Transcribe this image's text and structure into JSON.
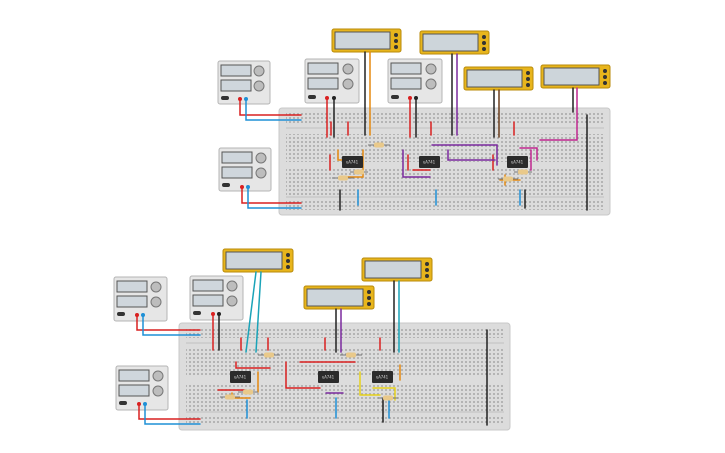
{
  "scene": {
    "description_visible_text": "none",
    "background_color": "#ffffff",
    "breadboard_color": "#dcdcdc",
    "multimeter_color": "#e8b51c",
    "power_supply_color": "#e6e6e6",
    "chip_color": "#2b2b2b",
    "wire_colors": {
      "red": "#d92020",
      "blue": "#1e90d6",
      "orange": "#e58a10",
      "purple": "#7b2a9e",
      "magenta": "#c0268f",
      "teal": "#1aa3b8",
      "yellow": "#e6d21a",
      "black": "#222222",
      "brown": "#6b3e1f"
    }
  },
  "circuits": [
    {
      "name": "circuit-top",
      "ic_chips": [
        {
          "label": "uA741"
        },
        {
          "label": "uA741"
        },
        {
          "label": "uA741"
        }
      ],
      "multimeter_count": 4,
      "power_supply_count": 4
    },
    {
      "name": "circuit-bottom",
      "ic_chips": [
        {
          "label": "uA741"
        },
        {
          "label": "uA741"
        },
        {
          "label": "uA741"
        }
      ],
      "multimeter_count": 3,
      "power_supply_count": 3
    }
  ]
}
